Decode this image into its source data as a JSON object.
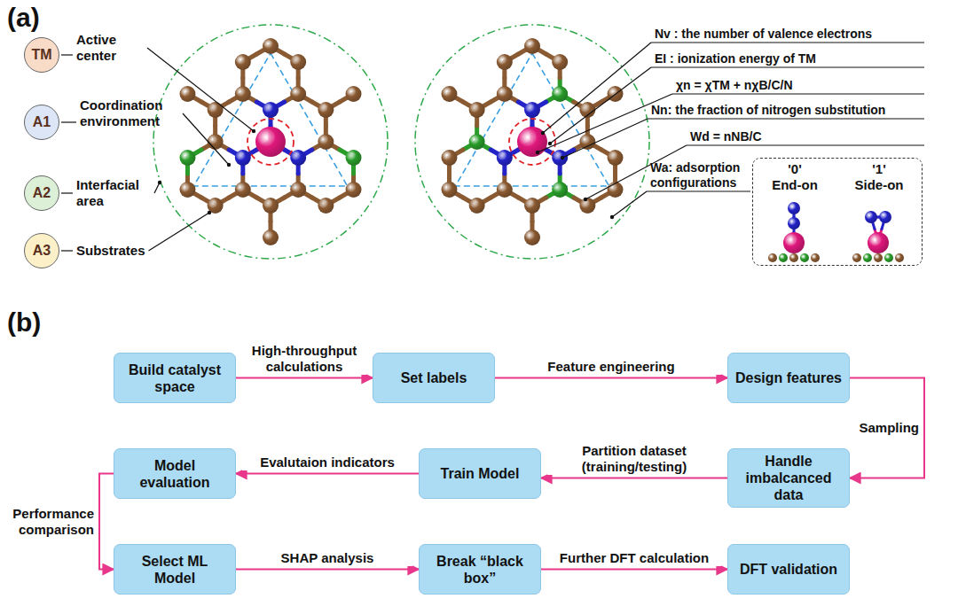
{
  "diagram": {
    "nodes": [
      {
        "text": [
          "TM"
        ]
      },
      {
        "text": [
          "A1"
        ]
      },
      {
        "text": [
          "A2"
        ]
      },
      {
        "text": [
          "A3"
        ]
      },
      {
        "text": [
          "'0'",
          "End-on",
          "'1'",
          "Side-on"
        ]
      },
      {
        "text": [
          "Build catalyst space"
        ]
      },
      {
        "text": [
          "Set labels"
        ]
      },
      {
        "text": [
          "Design features"
        ]
      },
      {
        "text": [
          "Handle imbalcanced data"
        ]
      },
      {
        "text": [
          "Train Model"
        ]
      },
      {
        "text": [
          "Model evaluation"
        ]
      },
      {
        "text": [
          "Select ML Model"
        ]
      },
      {
        "text": [
          "Break “black box”"
        ]
      },
      {
        "text": [
          "DFT validation"
        ]
      }
    ],
    "edges": [
      {
        "from": 5,
        "to": 6,
        "arrow": "to",
        "label": "High-throughput calculations"
      },
      {
        "from": 6,
        "to": 7,
        "arrow": "to",
        "label": "Feature engineering"
      },
      {
        "from": 7,
        "to": 8,
        "arrow": "to",
        "label": "Sampling"
      },
      {
        "from": 8,
        "to": 9,
        "arrow": "to",
        "label": "Partition dataset (training/testing)"
      },
      {
        "from": 9,
        "to": 10,
        "arrow": "to",
        "label": "Evalutaion indicators"
      },
      {
        "from": 10,
        "to": 11,
        "arrow": "to",
        "label": "Performance comparison"
      },
      {
        "from": 11,
        "to": 12,
        "arrow": "to",
        "label": "SHAP analysis"
      },
      {
        "from": 12,
        "to": 13,
        "arrow": "to",
        "label": "Further DFT calculation"
      }
    ],
    "labels": [
      "(a)",
      "Active center",
      "Coordination environment",
      "Interfacial area",
      "Substrates",
      "Nv : the number of valence electrons",
      "EI : ionization energy of TM",
      "χn = χTM + nχB/C/N",
      "Nn: the fraction of nitrogen substitution",
      "Wd = nNB/C",
      "Wa: adsorption configurations",
      "(b)"
    ]
  }
}
